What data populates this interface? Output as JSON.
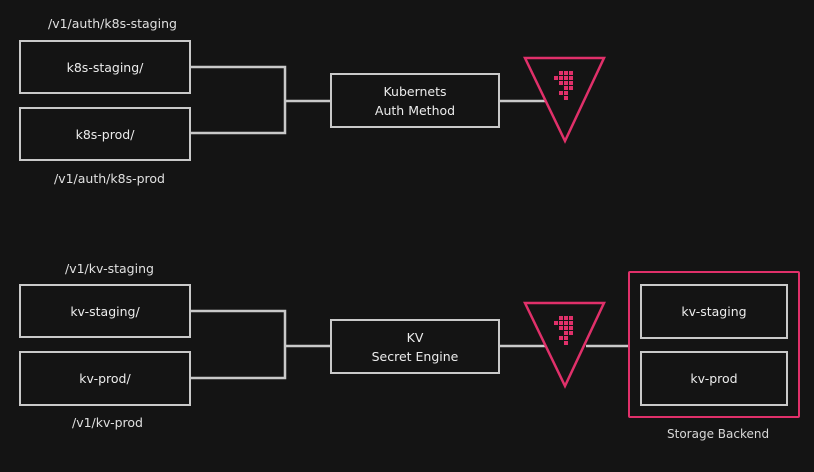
{
  "auth": {
    "path_top": "/v1/auth/k8s-staging",
    "mount_top": "k8s-staging/",
    "mount_bottom": "k8s-prod/",
    "path_bottom": "/v1/auth/k8s-prod",
    "method_line1": "Kubernets",
    "method_line2": "Auth Method"
  },
  "secrets": {
    "path_top": "/v1/kv-staging",
    "mount_top": "kv-staging/",
    "mount_bottom": "kv-prod/",
    "path_bottom": "/v1/kv-prod",
    "engine_line1": "KV",
    "engine_line2": "Secret Engine"
  },
  "storage": {
    "item_top": "kv-staging",
    "item_bottom": "kv-prod",
    "caption": "Storage Backend"
  },
  "colors": {
    "background": "#141414",
    "line": "#c9c9c9",
    "accent": "#e0306a"
  },
  "icons": [
    "vault-logo-icon"
  ]
}
